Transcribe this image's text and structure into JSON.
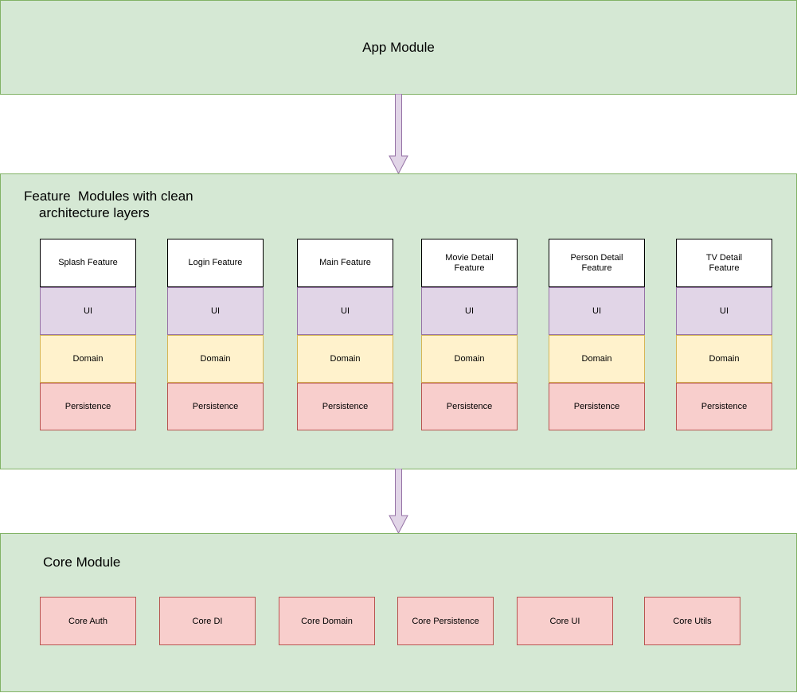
{
  "diagram": {
    "title": "Android modular clean architecture diagram",
    "colors": {
      "module_fill": "#d5e8d4",
      "module_stroke": "#82b366",
      "ui_fill": "#e1d5e7",
      "ui_stroke": "#9673a6",
      "domain_fill": "#fff2cc",
      "domain_stroke": "#d6b656",
      "persistence_fill": "#f8cecc",
      "persistence_stroke": "#b85450",
      "header_fill": "#ffffff",
      "header_stroke": "#000000",
      "arrow_fill": "#e1d5e7",
      "arrow_stroke": "#9673a6",
      "background": "#ffffff"
    }
  },
  "app_module": {
    "label": "App Module"
  },
  "arrows": [
    {
      "name": "app-to-feature",
      "direction": "down"
    },
    {
      "name": "feature-to-core",
      "direction": "down"
    }
  ],
  "feature_module": {
    "title": "Feature  Modules with clean\n    architecture layers",
    "layer_labels": {
      "ui": "UI",
      "domain": "Domain",
      "persistence": "Persistence"
    },
    "columns": [
      {
        "name": "Splash Feature",
        "ui": "UI",
        "domain": "Domain",
        "persistence": "Persistence"
      },
      {
        "name": "Login Feature",
        "ui": "UI",
        "domain": "Domain",
        "persistence": "Persistence"
      },
      {
        "name": "Main Feature",
        "ui": "UI",
        "domain": "Domain",
        "persistence": "Persistence"
      },
      {
        "name": "Movie Detail\nFeature",
        "ui": "UI",
        "domain": "Domain",
        "persistence": "Persistence"
      },
      {
        "name": "Person Detail\nFeature",
        "ui": "UI",
        "domain": "Domain",
        "persistence": "Persistence"
      },
      {
        "name": "TV Detail\nFeature",
        "ui": "UI",
        "domain": "Domain",
        "persistence": "Persistence"
      }
    ]
  },
  "core_module": {
    "title": "Core Module",
    "boxes": [
      {
        "label": "Core Auth"
      },
      {
        "label": "Core DI"
      },
      {
        "label": "Core Domain"
      },
      {
        "label": "Core Persistence"
      },
      {
        "label": "Core UI"
      },
      {
        "label": "Core Utils"
      }
    ]
  }
}
